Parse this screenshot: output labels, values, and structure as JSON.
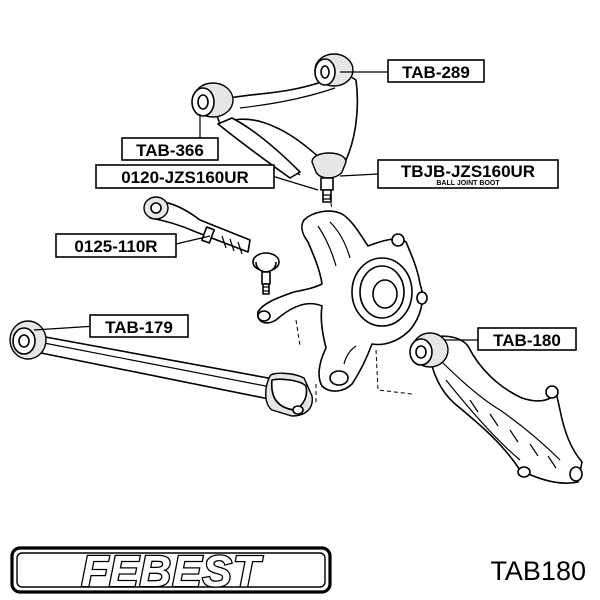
{
  "labels": {
    "tab289": "TAB-289",
    "tab366": "TAB-366",
    "jzs_0120": "0120-JZS160UR",
    "tbjb": "TBJB-JZS160UR",
    "ball_joint_boot": "BALL JOINT BOOT",
    "r_0125": "0125-110R",
    "tab179": "TAB-179",
    "tab180": "TAB-180"
  },
  "brand": {
    "logo_text": "FEBEST",
    "part_number": "TAB180"
  },
  "colors": {
    "ink": "#000000",
    "paper": "#ffffff",
    "shade": "#e6e6e6"
  }
}
